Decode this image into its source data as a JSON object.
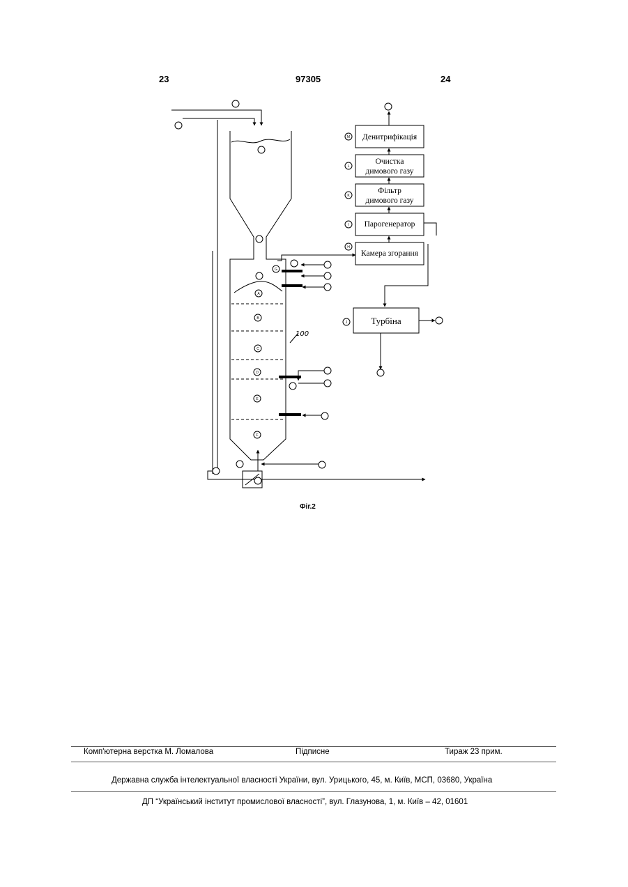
{
  "header": {
    "left_page": "23",
    "patent_number": "97305",
    "right_page": "24"
  },
  "figure": {
    "caption": "Фіг.2",
    "reactor_label": "100",
    "boxes": {
      "denitrification": "Денитрифікація",
      "gas_cleaning_1": "Очистка",
      "gas_cleaning_2": "димового газу",
      "gas_filter_1": "Фільтр",
      "gas_filter_2": "димового газу",
      "steam_generator": "Парогенератор",
      "combustion": "Камера згорання",
      "turbine": "Турбіна"
    },
    "box_markers": {
      "denitrification": "M",
      "gas_cleaning": "L",
      "gas_filter": "K",
      "steam_generator": "I",
      "combustion": "H",
      "turbine": "J"
    },
    "zones": [
      "A",
      "B",
      "C",
      "D",
      "E",
      "F"
    ],
    "zone_g": "G"
  },
  "footer": {
    "layout": "Комп'ютерна верстка М. Ломалова",
    "signed": "Підписне",
    "circulation": "Тираж 23 прим.",
    "service": "Державна служба інтелектуальної власності України, вул. Урицького, 45, м. Київ, МСП, 03680, Україна",
    "institute": "ДП “Український інститут промислової власності”, вул. Глазунова, 1, м. Київ – 42, 01601"
  }
}
